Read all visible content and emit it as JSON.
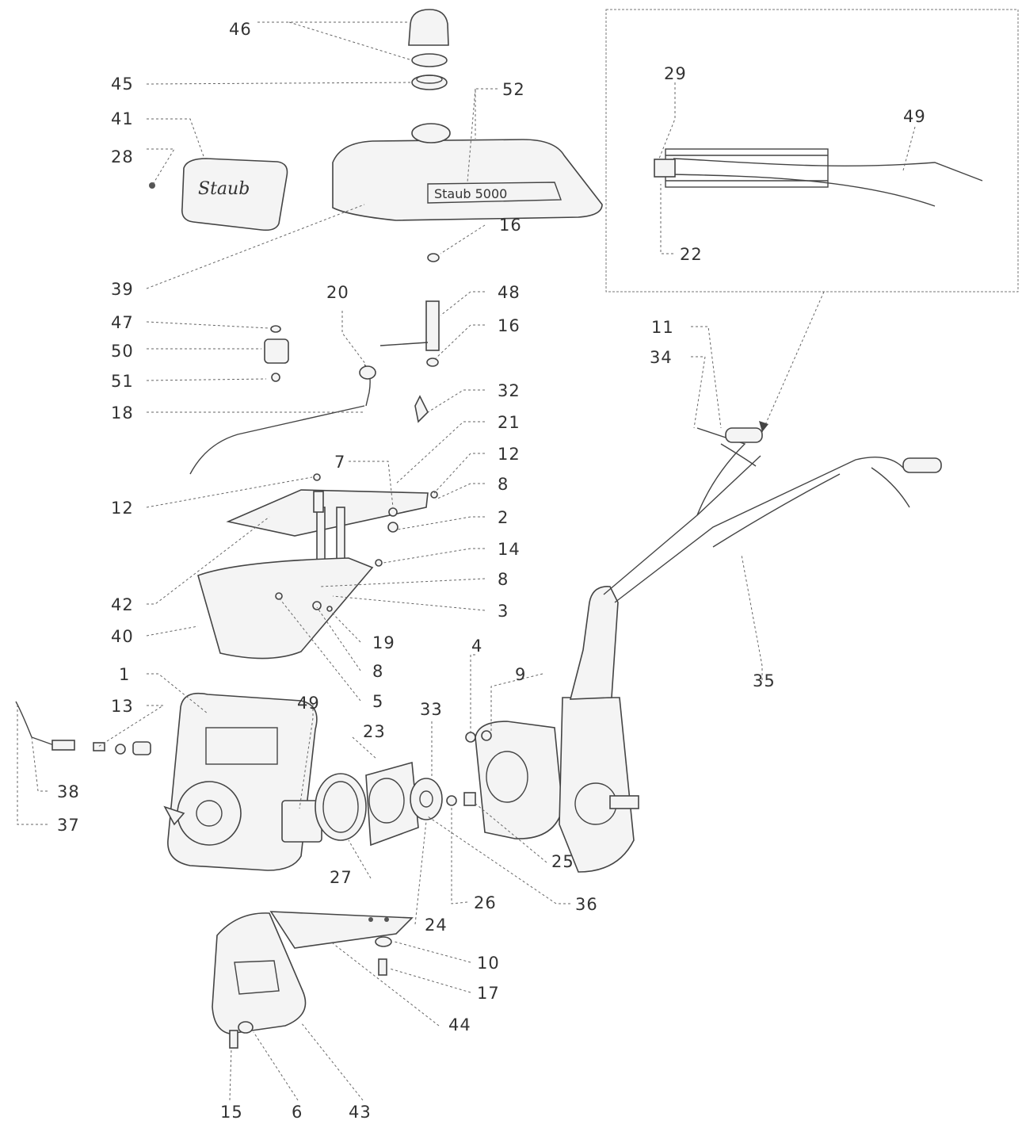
{
  "diagram": {
    "brand_logo": "Staub",
    "model_mark": "Staub 5000",
    "callouts": [
      {
        "id": "46",
        "text": "46"
      },
      {
        "id": "45",
        "text": "45"
      },
      {
        "id": "52",
        "text": "52"
      },
      {
        "id": "41",
        "text": "41"
      },
      {
        "id": "28",
        "text": "28"
      },
      {
        "id": "16a",
        "text": "16"
      },
      {
        "id": "39",
        "text": "39"
      },
      {
        "id": "20",
        "text": "20"
      },
      {
        "id": "48",
        "text": "48"
      },
      {
        "id": "47",
        "text": "47"
      },
      {
        "id": "16b",
        "text": "16"
      },
      {
        "id": "50",
        "text": "50"
      },
      {
        "id": "51",
        "text": "51"
      },
      {
        "id": "32",
        "text": "32"
      },
      {
        "id": "18",
        "text": "18"
      },
      {
        "id": "21",
        "text": "21"
      },
      {
        "id": "7",
        "text": "7"
      },
      {
        "id": "12a",
        "text": "12"
      },
      {
        "id": "8a",
        "text": "8"
      },
      {
        "id": "12b",
        "text": "12"
      },
      {
        "id": "2",
        "text": "2"
      },
      {
        "id": "14",
        "text": "14"
      },
      {
        "id": "8b",
        "text": "8"
      },
      {
        "id": "42",
        "text": "42"
      },
      {
        "id": "3",
        "text": "3"
      },
      {
        "id": "40",
        "text": "40"
      },
      {
        "id": "19",
        "text": "19"
      },
      {
        "id": "8c",
        "text": "8"
      },
      {
        "id": "4",
        "text": "4"
      },
      {
        "id": "9",
        "text": "9"
      },
      {
        "id": "1",
        "text": "1"
      },
      {
        "id": "5",
        "text": "5"
      },
      {
        "id": "13",
        "text": "13"
      },
      {
        "id": "49a",
        "text": "49"
      },
      {
        "id": "33",
        "text": "33"
      },
      {
        "id": "23",
        "text": "23"
      },
      {
        "id": "38",
        "text": "38"
      },
      {
        "id": "37",
        "text": "37"
      },
      {
        "id": "25",
        "text": "25"
      },
      {
        "id": "27",
        "text": "27"
      },
      {
        "id": "26",
        "text": "26"
      },
      {
        "id": "36",
        "text": "36"
      },
      {
        "id": "24",
        "text": "24"
      },
      {
        "id": "10",
        "text": "10"
      },
      {
        "id": "17",
        "text": "17"
      },
      {
        "id": "44",
        "text": "44"
      },
      {
        "id": "15",
        "text": "15"
      },
      {
        "id": "6",
        "text": "6"
      },
      {
        "id": "43",
        "text": "43"
      },
      {
        "id": "29",
        "text": "29"
      },
      {
        "id": "49b",
        "text": "49"
      },
      {
        "id": "22",
        "text": "22"
      },
      {
        "id": "11",
        "text": "11"
      },
      {
        "id": "34",
        "text": "34"
      },
      {
        "id": "35",
        "text": "35"
      }
    ]
  }
}
